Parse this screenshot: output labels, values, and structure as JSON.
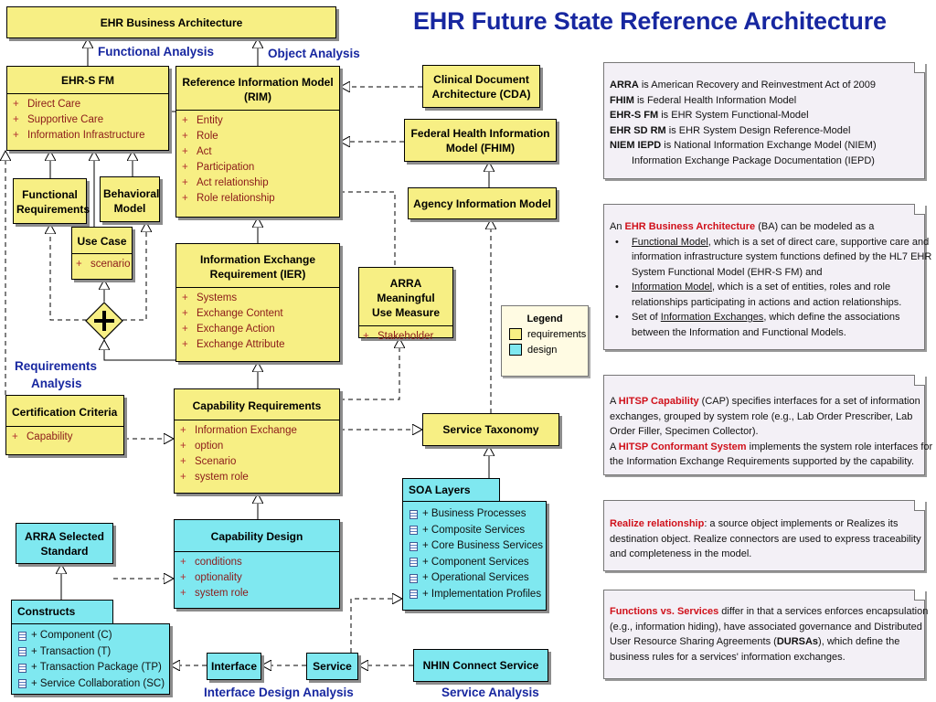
{
  "title": "EHR Future State Reference Architecture",
  "section_labels": {
    "functional_analysis": "Functional Analysis",
    "object_analysis": "Object Analysis",
    "requirements_analysis_1": "Requirements",
    "requirements_analysis_2": "Analysis",
    "interface_design_analysis": "Interface Design Analysis",
    "service_analysis": "Service Analysis"
  },
  "boxes": {
    "ehr_ba": {
      "title": "EHR Business Architecture"
    },
    "ehrs_fm": {
      "title": "EHR-S FM",
      "attrs": [
        "Direct Care",
        "Supportive Care",
        "Information Infrastructure"
      ]
    },
    "rim": {
      "title_1": "Reference Information Model",
      "title_2": "(RIM)",
      "attrs": [
        "Entity",
        "Role",
        "Act",
        "Participation",
        "Act relationship",
        "Role relationship"
      ]
    },
    "cda": {
      "title_1": "Clinical Document",
      "title_2": "Architecture (CDA)"
    },
    "fhim": {
      "title_1": "Federal Health Information",
      "title_2": "Model (FHIM)"
    },
    "agency": {
      "title": "Agency Information Model"
    },
    "func_req": {
      "title_1": "Functional",
      "title_2": "Requirements"
    },
    "behav": {
      "title_1": "Behavioral",
      "title_2": "Model"
    },
    "use_case": {
      "title": "Use Case",
      "attrs": [
        "scenario"
      ]
    },
    "ier": {
      "title_1": "Information Exchange",
      "title_2": "Requirement (IER)",
      "attrs": [
        "Systems",
        "Exchange Content",
        "Exchange Action",
        "Exchange Attribute"
      ]
    },
    "arra_mu": {
      "title_1": "ARRA Meaningful",
      "title_2": "Use Measure",
      "attrs": [
        "Stakeholder"
      ]
    },
    "cert": {
      "title": "Certification Criteria",
      "attrs": [
        "Capability"
      ]
    },
    "cap_req": {
      "title": "Capability Requirements",
      "attrs": [
        "Information Exchange",
        "option",
        "Scenario",
        "system role"
      ]
    },
    "svc_tax": {
      "title": "Service Taxonomy"
    },
    "soa": {
      "title": "SOA Layers",
      "ops": [
        "+ Business Processes",
        "+ Composite Services",
        "+ Core Business Services",
        "+ Component Services",
        "+ Operational Services",
        "+ Implementation Profiles"
      ]
    },
    "arra_std": {
      "title_1": "ARRA Selected",
      "title_2": "Standard"
    },
    "cap_design": {
      "title": "Capability Design",
      "attrs": [
        "conditions",
        "optionality",
        "system role"
      ]
    },
    "constructs": {
      "title": "Constructs",
      "ops": [
        "+ Component (C)",
        "+ Transaction (T)",
        "+ Transaction Package (TP)",
        "+ Service Collaboration (SC)"
      ]
    },
    "interface": {
      "title": "Interface"
    },
    "service": {
      "title": "Service"
    },
    "nhin": {
      "title": "NHIN Connect Service"
    }
  },
  "plus_marker": "+",
  "legend": {
    "title": "Legend",
    "items": [
      {
        "label": "requirements",
        "color": "#f7ef84"
      },
      {
        "label": "design",
        "color": "#7fe8f0"
      }
    ]
  },
  "notes": {
    "acronyms": [
      {
        "key": "ARRA",
        "text": " is American Recovery and Reinvestment Act of 2009"
      },
      {
        "key": "FHIM",
        "text": " is Federal Health Information Model"
      },
      {
        "key": "EHR-S FM",
        "text": " is    EHR System Functional-Model"
      },
      {
        "key": "EHR SD RM",
        "text": " is EHR System Design Reference-Model"
      },
      {
        "key": "NIEM IEPD",
        "text": " is National Information Exchange Model (NIEM)"
      }
    ],
    "acronyms_cont": "Information Exchange Package Documentation (IEPD)",
    "ba_intro_pre": "An ",
    "ba_intro_key": "EHR Business Architecture",
    "ba_intro_post": " (BA) can be modeled as a",
    "ba_b1_u": "Functional Model",
    "ba_b1_l1": ", which is a set of direct care, supportive care and",
    "ba_b1_l2": "information infrastructure system functions defined by  the HL7 EHR",
    "ba_b1_l3": "System Functional Model  (EHR-S FM) and",
    "ba_b2_u": "Information Model",
    "ba_b2_l1": ", which is a set of entities, roles and role",
    "ba_b2_l2": "relationships participating in actions  and action relationships.",
    "ba_b3_pre": "Set of ",
    "ba_b3_u": "Information Exchanges",
    "ba_b3_l1": ", which define the associations",
    "ba_b3_l2": "between the Information and Functional Models.",
    "hitsp_a": "A ",
    "hitsp_cap_key": "HITSP Capability",
    "hitsp_cap_l1": " (CAP) specifies interfaces for a set of information",
    "hitsp_cap_l2": "exchanges, grouped by system role (e.g., Lab Order Prescriber, Lab",
    "hitsp_cap_l3": "Order Filler, Specimen Collector).",
    "hitsp_sys_key": "HITSP Conformant System",
    "hitsp_sys_l1": " implements the system role interfaces for",
    "hitsp_sys_l2": "the Information Exchange Requirements supported by the capability.",
    "realize_key": "Realize relationship",
    "realize_l1": ": a source object implements or Realizes its",
    "realize_l2": "destination object. Realize connectors are used to express traceability",
    "realize_l3": "and completeness in the model.",
    "fvs_key": "Functions vs. Services",
    "fvs_l1": " differ in that a services enforces encapsulation",
    "fvs_l2": "(e.g., information hiding), have associated governance and Distributed",
    "fvs_l3_pre": "User Resource Sharing  Agreements (",
    "fvs_l3_key": "DURSAs",
    "fvs_l3_post": "), which define the",
    "fvs_l4": "business rules for a services' information exchanges."
  }
}
